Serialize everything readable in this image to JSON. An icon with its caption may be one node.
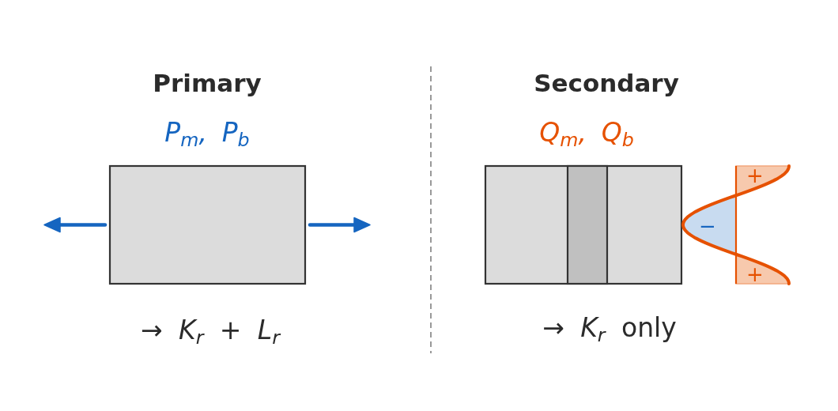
{
  "diagram": {
    "labels": [
      "Primary",
      "Secondary",
      "P$_{m}$, P$_{b}$",
      "Q$_{m}$, Q$_{b}$",
      "+",
      "−",
      "+",
      "→ *K*$_{r}$ + *L*$_{r}$",
      "→ *K*$_{r}$ only"
    ]
  }
}
